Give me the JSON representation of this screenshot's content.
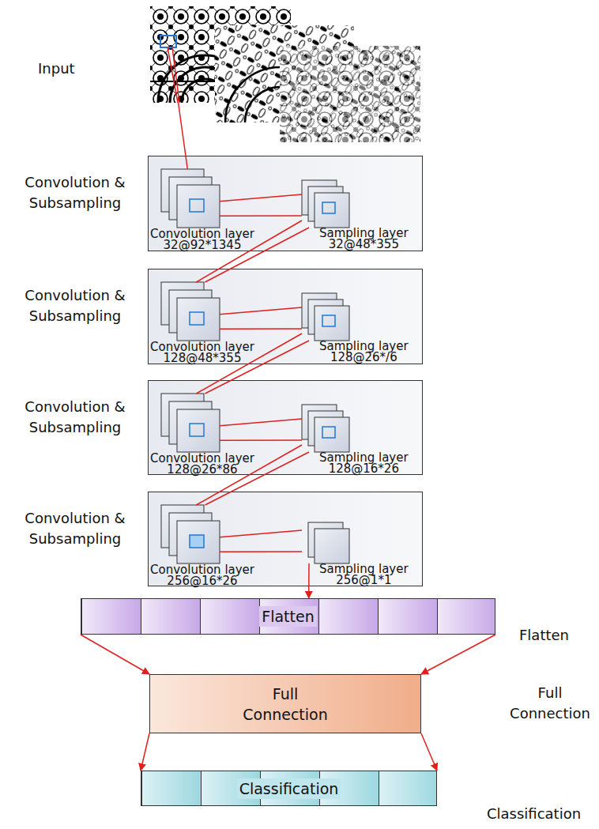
{
  "diagram": {
    "nodes": [
      {
        "text": [
          "Input"
        ]
      },
      {
        "text": [
          "Convolution & Subsampling"
        ]
      },
      {
        "text": [
          "Convolution layer",
          "32@92*1345"
        ],
        "in": 1
      },
      {
        "text": [
          "Sampling layer",
          "32@48*355"
        ],
        "in": 1
      },
      {
        "text": [
          "Convolution & Subsampling"
        ]
      },
      {
        "text": [
          "Convolution layer",
          "128@48*355"
        ],
        "in": 4
      },
      {
        "text": [
          "Sampling layer",
          "128@26*/6"
        ],
        "in": 4
      },
      {
        "text": [
          "Convolution & Subsampling"
        ]
      },
      {
        "text": [
          "Convolution layer",
          "128@26*86"
        ],
        "in": 7
      },
      {
        "text": [
          "Sampling layer",
          "128@16*26"
        ],
        "in": 7
      },
      {
        "text": [
          "Convolution & Subsampling"
        ]
      },
      {
        "text": [
          "Convolution layer",
          "256@16*26"
        ],
        "in": 10
      },
      {
        "text": [
          "Sampling layer",
          "256@1*1"
        ],
        "in": 10
      },
      {
        "text": [
          "Flatten",
          "Flatten"
        ]
      },
      {
        "text": [
          "Full Connection",
          "Full Connection"
        ]
      },
      {
        "text": [
          "Classification",
          "Classification"
        ]
      }
    ],
    "edges": [
      {
        "from": 0,
        "to": 2,
        "arrow": "none"
      },
      {
        "from": 2,
        "to": 3,
        "arrow": "none"
      },
      {
        "from": 3,
        "to": 5,
        "arrow": "none"
      },
      {
        "from": 5,
        "to": 6,
        "arrow": "none"
      },
      {
        "from": 6,
        "to": 8,
        "arrow": "none"
      },
      {
        "from": 8,
        "to": 9,
        "arrow": "none"
      },
      {
        "from": 9,
        "to": 11,
        "arrow": "none"
      },
      {
        "from": 11,
        "to": 12,
        "arrow": "none"
      },
      {
        "from": 12,
        "to": 13,
        "arrow": "to"
      },
      {
        "from": 13,
        "to": 14,
        "arrow": "to"
      },
      {
        "from": 14,
        "to": 15,
        "arrow": "to"
      }
    ]
  }
}
